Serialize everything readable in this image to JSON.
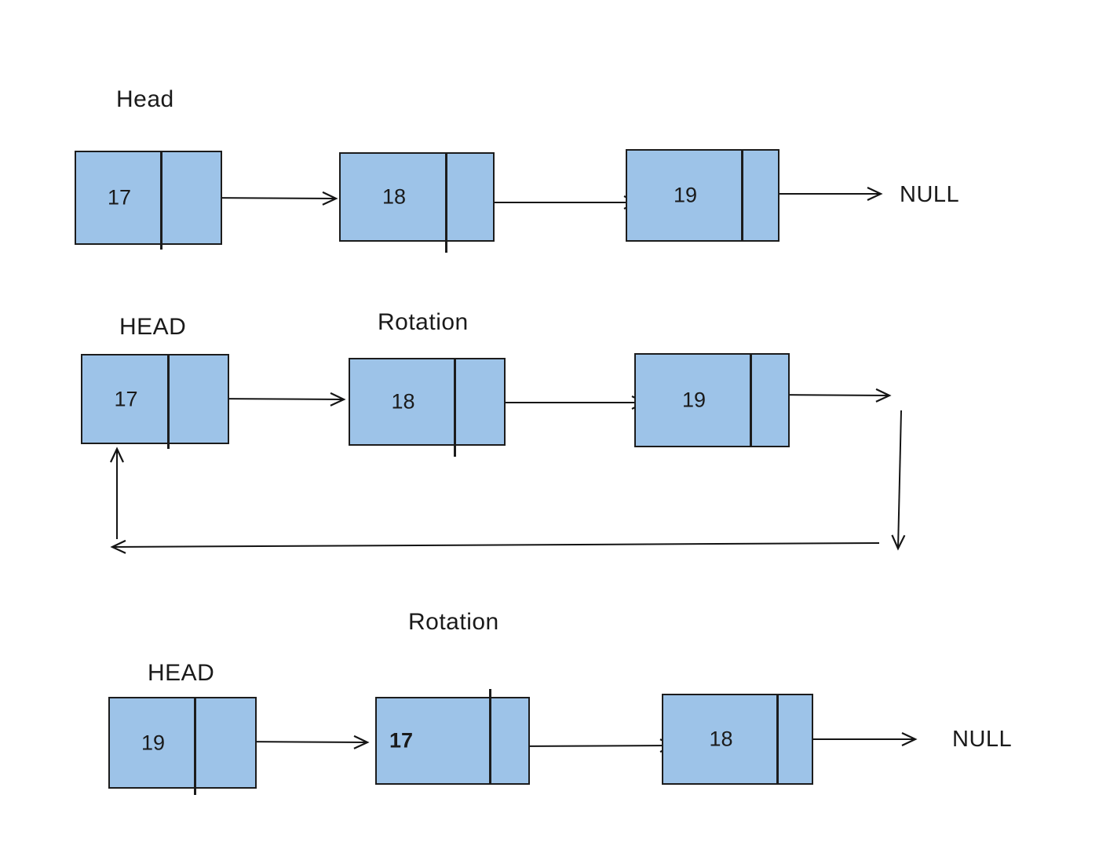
{
  "colors": {
    "page_bg": "#ffffff",
    "node_fill": "#9DC3E8",
    "node_border": "#1c1c1c",
    "arrow": "#141414",
    "text": "#1a1a1a"
  },
  "diagram": {
    "subject": "singly linked list rotation",
    "rows": [
      {
        "label": "Head",
        "nodes": [
          "17",
          "18",
          "19"
        ],
        "terminal": "NULL"
      },
      {
        "labels": {
          "head": "HEAD",
          "rotation": "Rotation"
        },
        "nodes": [
          "17",
          "18",
          "19"
        ]
      },
      {
        "labels": {
          "head": "HEAD",
          "rotation": "Rotation"
        },
        "nodes": [
          "19",
          "17",
          "18"
        ],
        "terminal": "NULL"
      }
    ]
  }
}
